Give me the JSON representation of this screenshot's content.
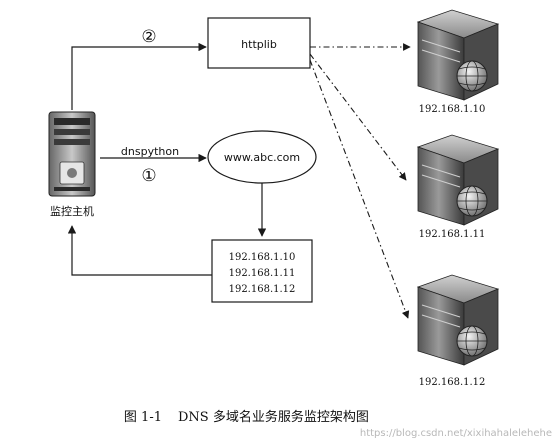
{
  "diagram": {
    "monitor_host": {
      "label": "监控主机"
    },
    "httplib_box": {
      "label": "httplib"
    },
    "dns_ellipse": {
      "label": "www.abc.com"
    },
    "edge_dnspython": {
      "label": "dnspython",
      "step": "①"
    },
    "edge_httplib": {
      "step": "②"
    },
    "ip_list": {
      "lines": [
        "192.168.1.10",
        "192.168.1.11",
        "192.168.1.12"
      ]
    },
    "servers": [
      {
        "ip": "192.168.1.10"
      },
      {
        "ip": "192.168.1.11"
      },
      {
        "ip": "192.168.1.12"
      }
    ]
  },
  "caption": {
    "number": "图 1-1",
    "text": "DNS 多域名业务服务监控架构图"
  },
  "watermark": "https://blog.csdn.net/xixihahalelehehe",
  "colors": {
    "ink": "#1a1a1a",
    "background": "#ffffff"
  }
}
